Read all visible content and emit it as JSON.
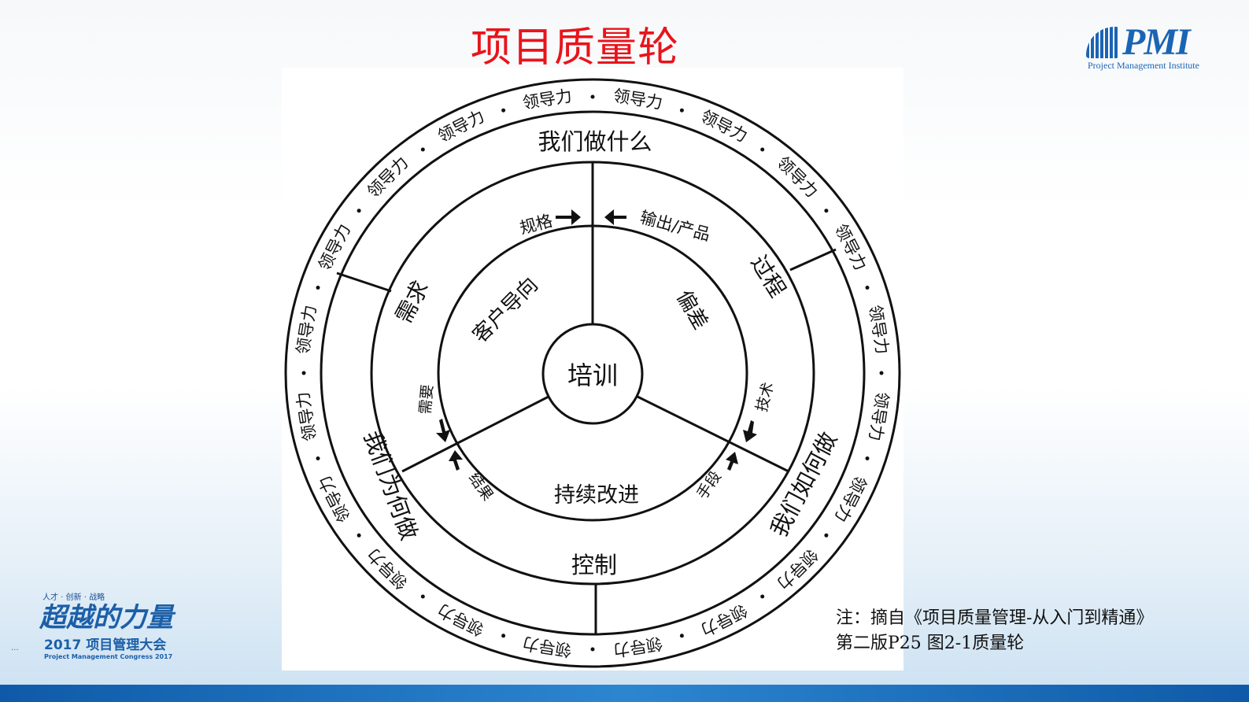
{
  "title": "项目质量轮",
  "logo_pmi": {
    "mark": "PMI",
    "subtitle": "Project Management Institute"
  },
  "logo_congress": {
    "tagline": "人才 · 创新 · 战略",
    "slogan": "超越的力量",
    "year_title": "2017 项目管理大会",
    "english": "Project Management Congress 2017"
  },
  "page_dots": "...",
  "diagram": {
    "center": "培训",
    "inner_ring": {
      "top_left": "客户导向",
      "top_right": "偏差",
      "bottom": "持续改进"
    },
    "arrow_labels": {
      "spec": "规格",
      "output": "输出/产品",
      "needs": "需要",
      "result": "结果",
      "tech": "技术",
      "means": "手段"
    },
    "middle_ring": {
      "left_top": "需求",
      "right_top": "过程"
    },
    "outer_ring": {
      "top": "我们做什么",
      "left": "我们为何做",
      "right": "我们如何做",
      "bottom": "控制"
    },
    "leadership": {
      "label": "领导力",
      "count": 20
    }
  },
  "note": {
    "line1": "注：摘自《项目质量管理-从入门到精通》",
    "line2": "第二版P25 图2-1质量轮"
  },
  "colors": {
    "title": "#e8141b",
    "brand_blue": "#1a64b4",
    "bar": "#1a6bb5"
  }
}
